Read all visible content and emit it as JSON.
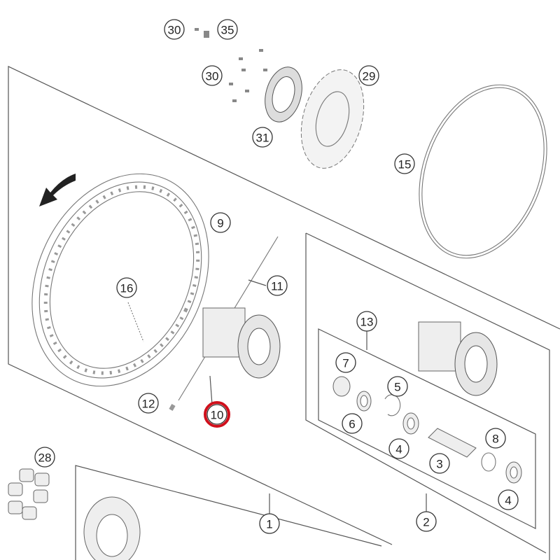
{
  "diagram": {
    "title": "Rear wheel exploded parts diagram",
    "highlighted_callout": "10",
    "highlight_color": "#d0101c",
    "callouts": [
      {
        "id": "c30a",
        "label": "30"
      },
      {
        "id": "c35",
        "label": "35"
      },
      {
        "id": "c30b",
        "label": "30"
      },
      {
        "id": "c29",
        "label": "29"
      },
      {
        "id": "c31",
        "label": "31"
      },
      {
        "id": "c15",
        "label": "15"
      },
      {
        "id": "c9",
        "label": "9"
      },
      {
        "id": "c11",
        "label": "11"
      },
      {
        "id": "c16",
        "label": "16"
      },
      {
        "id": "c13",
        "label": "13"
      },
      {
        "id": "c7",
        "label": "7"
      },
      {
        "id": "c5",
        "label": "5"
      },
      {
        "id": "c6",
        "label": "6"
      },
      {
        "id": "c12",
        "label": "12"
      },
      {
        "id": "c10",
        "label": "10"
      },
      {
        "id": "c4a",
        "label": "4"
      },
      {
        "id": "c8",
        "label": "8"
      },
      {
        "id": "c3",
        "label": "3"
      },
      {
        "id": "c28",
        "label": "28"
      },
      {
        "id": "c4b",
        "label": "4"
      },
      {
        "id": "c1",
        "label": "1"
      },
      {
        "id": "c2",
        "label": "2"
      }
    ]
  }
}
